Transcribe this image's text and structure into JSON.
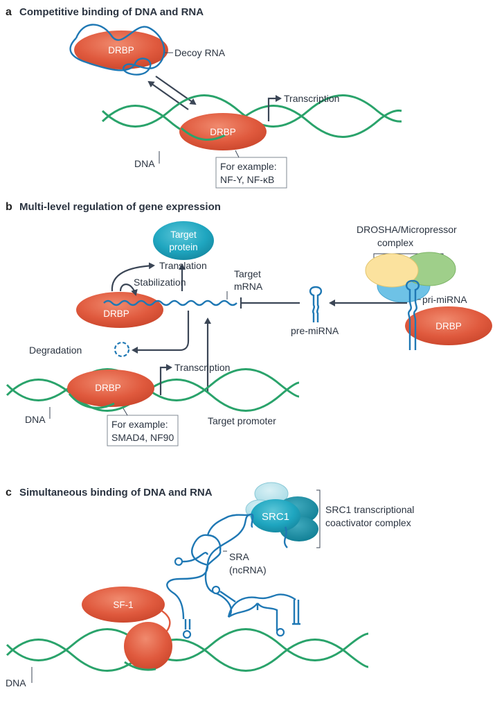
{
  "panels": {
    "a": {
      "letter": "a",
      "title": "Competitive binding of DNA and RNA",
      "drbp_top": "DRBP",
      "decoy_rna": "Decoy RNA",
      "transcription": "Transcription",
      "drbp_dna": "DRBP",
      "dna": "DNA",
      "example_line1": "For example:",
      "example_line2": "NF-Y, NF-κB"
    },
    "b": {
      "letter": "b",
      "title": "Multi-level regulation of gene expression",
      "target_protein_line1": "Target",
      "target_protein_line2": "protein",
      "drosha_line1": "DROSHA/Micropressor",
      "drosha_line2": "complex",
      "translation": "Translation",
      "stabilization": "Stabilization",
      "target_mrna_line1": "Target",
      "target_mrna_line2": "mRNA",
      "pri_mirna": "pri-miRNA",
      "drbp_left": "DRBP",
      "drbp_right": "DRBP",
      "pre_mirna": "pre-miRNA",
      "degradation": "Degradation",
      "transcription": "Transcription",
      "drbp_dna": "DRBP",
      "dna": "DNA",
      "target_promoter": "Target promoter",
      "example_line1": "For example:",
      "example_line2": "SMAD4, NF90"
    },
    "c": {
      "letter": "c",
      "title": "Simultaneous binding of DNA and RNA",
      "src1": "SRC1",
      "src1_complex_line1": "SRC1 transcriptional",
      "src1_complex_line2": "coactivator complex",
      "sra_line1": "SRA",
      "sra_line2": "(ncRNA)",
      "sf1": "SF-1",
      "dna": "DNA"
    }
  },
  "colors": {
    "protein_red": "#e05a3e",
    "protein_teal": "#1fa6c0",
    "dna_green": "#2aa36b",
    "rna_blue": "#1f78b4",
    "arrow_dark": "#3b4656"
  }
}
